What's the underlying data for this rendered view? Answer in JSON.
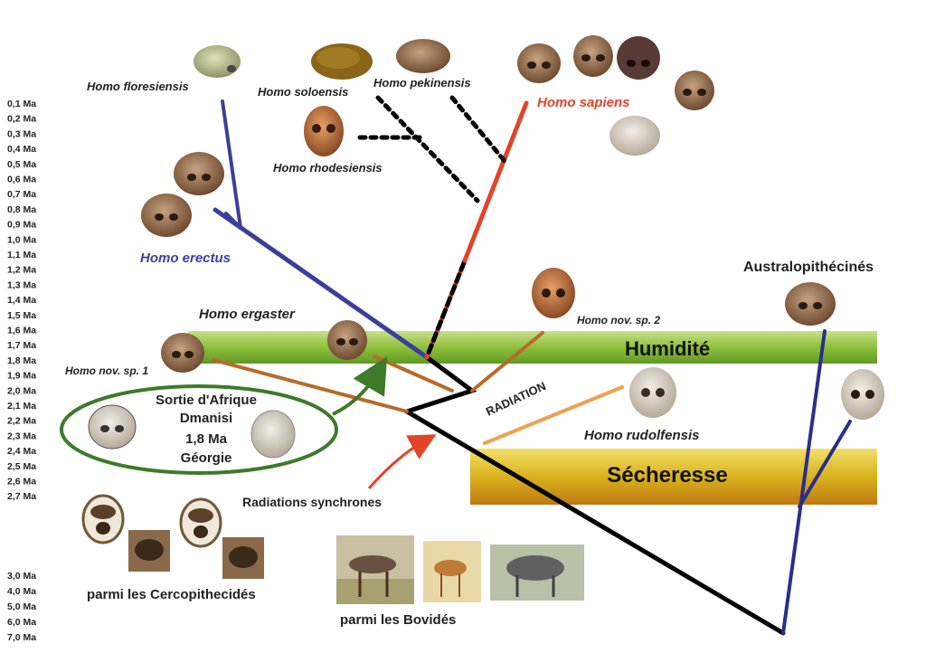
{
  "time_scale": [
    "0,1 Ma",
    "0,2 Ma",
    "0,3 Ma",
    "0,4 Ma",
    "0,5 Ma",
    "0,6 Ma",
    "0,7 Ma",
    "0,8 Ma",
    "0,9 Ma",
    "1,0 Ma",
    "1,1 Ma",
    "1,2 Ma",
    "1,3 Ma",
    "1,4 Ma",
    "1,5 Ma",
    "1,6 Ma",
    "1,7 Ma",
    "1,8 Ma",
    "1,9 Ma",
    "2,0 Ma",
    "2,1 Ma",
    "2,2 Ma",
    "2,3 Ma",
    "2,4 Ma",
    "2,5 Ma",
    "2,6 Ma",
    "2,7 Ma"
  ],
  "time_scale_deep": [
    "3,0 Ma",
    "4,0 Ma",
    "5,0 Ma",
    "6,0 Ma",
    "7,0 Ma"
  ],
  "species": {
    "floresiensis": "Homo floresiensis",
    "soloensis": "Homo soloensis",
    "pekinensis": "Homo pekinensis",
    "sapiens": "Homo sapiens",
    "rhodesiensis": "Homo rhodesiensis",
    "erectus": "Homo erectus",
    "ergaster": "Homo ergaster",
    "nov_sp_1": "Homo nov. sp. 1",
    "nov_sp_2": "Homo nov. sp. 2",
    "rudolfensis": "Homo rudolfensis",
    "australopithecines": "Australopithécinés"
  },
  "bands": {
    "humidity": "Humidité",
    "drought": "Sécheresse"
  },
  "labels": {
    "radiation": "RADIATION",
    "synchronous_radiations": "Radiations synchrones",
    "cercopithecids": "parmi les Cercopithecidés",
    "bovids": "parmi les Bovidés"
  },
  "dispersal": {
    "line1": "Sortie d'Afrique",
    "line2": "Dmanisi",
    "line3": "1,8 Ma",
    "line4": "Géorgie"
  },
  "colors": {
    "erectus_line": "#3a3f99",
    "sapiens_line": "#e0452a",
    "ergaster_line": "#b86a2a",
    "rudolfensis_line": "#f0a050",
    "trunk": "#000000",
    "australopith_line": "#2a2f8a",
    "humidity_band": "#8fbf3c",
    "drought_band": "#d9b21e",
    "dispersal_ellipse": "#3d7a2a",
    "erectus_text": "#3a3f99",
    "sapiens_text": "#e0452a",
    "radiation_text": "#e0452a",
    "synchronous_text": "#e06a2a"
  }
}
